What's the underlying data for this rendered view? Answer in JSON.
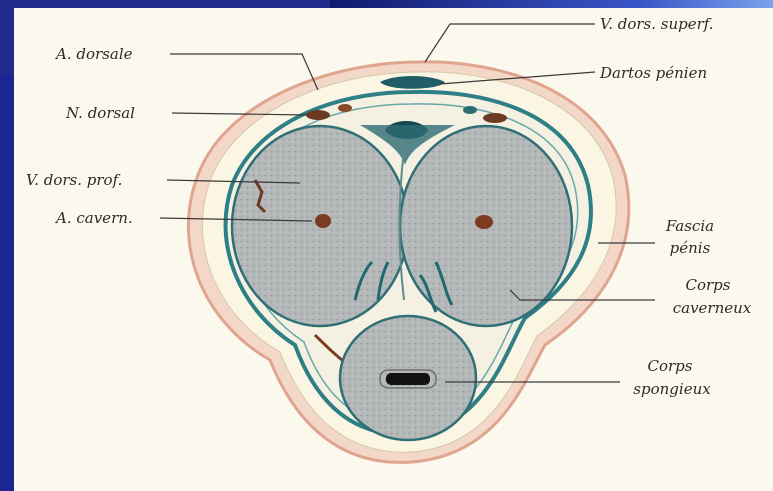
{
  "figure": {
    "labels": {
      "a_dorsale": "A. dorsale",
      "n_dorsal": "N. dorsal",
      "v_dors_prof": "V. dors. prof.",
      "a_cavern": "A. cavern.",
      "v_dors_superf": "V. dors. superf.",
      "dartos_penien": "Dartos pénien",
      "fascia_1": "Fascia",
      "fascia_2": "pénis",
      "corps_cav_1": "Corps",
      "corps_cav_2": "caverneux",
      "corps_spong_1": "Corps",
      "corps_spong_2": "spongieux"
    },
    "colors": {
      "panel": "#fbf9ee",
      "skin": "#e7b4a2",
      "fascia": "#2f7f86",
      "tissue": "#b9bcbc",
      "vessel": "#7a3b22"
    }
  }
}
